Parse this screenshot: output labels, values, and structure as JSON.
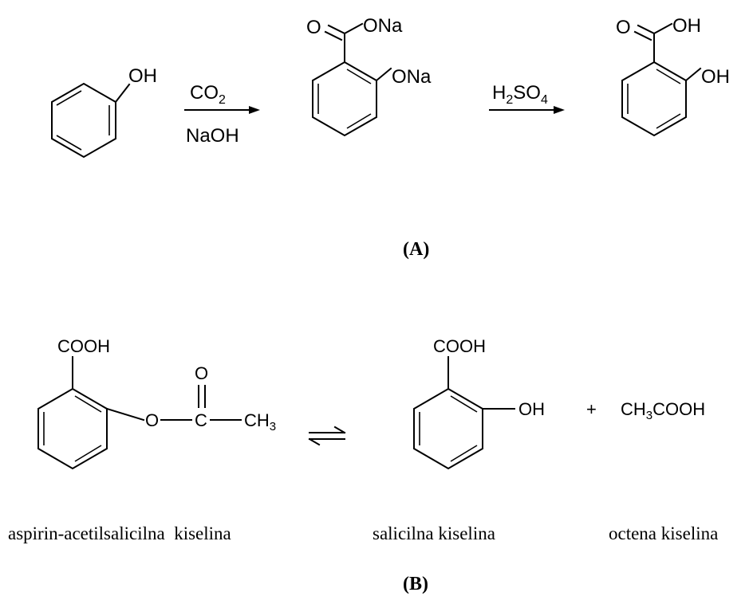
{
  "part_a": {
    "label": "(A)",
    "phenol": {
      "oh": "OH"
    },
    "step1": {
      "reagent_top": "CO",
      "reagent_top_sub": "2",
      "reagent_bottom": "NaOH"
    },
    "sodium_salicylate": {
      "carbonyl_o": "O",
      "ona_top": "ONa",
      "ona_ring": "ONa"
    },
    "step2": {
      "reagent_h": "H",
      "reagent_h_sub": "2",
      "reagent_so": "SO",
      "reagent_so_sub": "4"
    },
    "salicylic_acid": {
      "carbonyl_o": "O",
      "oh_top": "OH",
      "oh_ring": "OH"
    }
  },
  "part_b": {
    "label": "(B)",
    "aspirin": {
      "cooh": "COOH",
      "ester_o": "O",
      "carbonyl_c": "C",
      "carbonyl_o": "O",
      "ch": "CH",
      "ch_sub": "3",
      "caption": "aspirin-acetilsalicilna  kiselina"
    },
    "salicylic": {
      "cooh": "COOH",
      "oh": "OH",
      "caption": "salicilna kiselina"
    },
    "plus": "+",
    "acetic": {
      "ch": "CH",
      "ch_sub": "3",
      "rest": "COOH",
      "caption": "octena kiselina"
    }
  }
}
